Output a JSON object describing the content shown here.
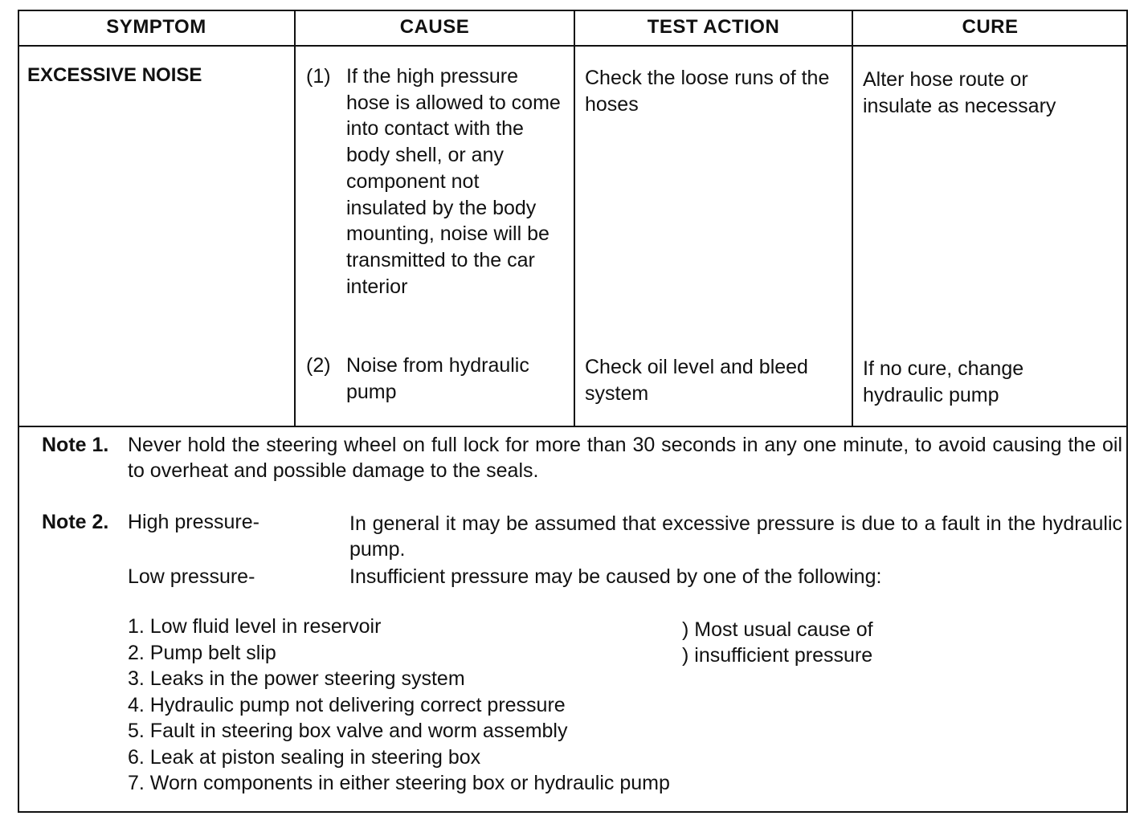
{
  "headers": {
    "symptom": "SYMPTOM",
    "cause": "CAUSE",
    "test_action": "TEST ACTION",
    "cure": "CURE"
  },
  "row": {
    "symptom": "EXCESSIVE NOISE",
    "cause_1_num": "(1)",
    "cause_1": "If the high pressure hose is allowed to come into contact with the body shell, or any component not insulated by the body mounting, noise will be transmitted to the car interior",
    "test_1": "Check the loose runs of the hoses",
    "cure_1": "Alter hose route or insulate as necessary",
    "cause_2_num": "(2)",
    "cause_2": "Noise from hydraulic pump",
    "test_2": "Check oil level and bleed system",
    "cure_2": "If no cure, change hydraulic pump"
  },
  "notes": {
    "note1_label": "Note 1.",
    "note1_text": "Never hold the steering wheel on full lock for more than 30 seconds in any one minute, to avoid causing the oil to overheat and possible damage to the seals.",
    "note2_label": "Note 2.",
    "high_label": "High pressure-",
    "high_text": "In general it may be assumed that excessive pressure is due to a fault in the hydraulic pump.",
    "low_label": "Low pressure-",
    "low_text": "Insufficient pressure may be caused by one of the following:",
    "causes": [
      "1. Low fluid level in reservoir",
      "2. Pump belt slip",
      "3. Leaks in the power steering system",
      "4. Hydraulic pump not delivering correct pressure",
      "5. Fault in steering box valve and worm assembly",
      "6. Leak at piston sealing in steering box",
      "7. Worn components in either steering box or hydraulic pump"
    ],
    "bracket_line_1": ") Most usual cause of",
    "bracket_line_2": ") insufficient pressure"
  }
}
